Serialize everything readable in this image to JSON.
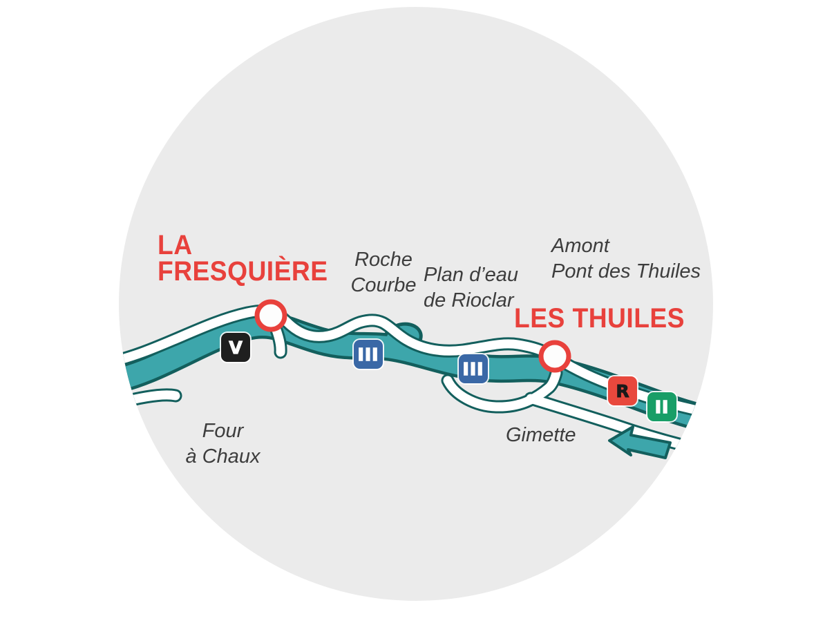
{
  "map": {
    "towns": {
      "la_fresquiere": {
        "line1": "LA",
        "line2": "FRESQUIÈRE"
      },
      "les_thuiles": {
        "label": "LES THUILES"
      }
    },
    "places": {
      "roche_courbe": {
        "line1": "Roche",
        "line2": "Courbe"
      },
      "plan_deau": {
        "line1": "Plan d’eau",
        "line2": "de Rioclar"
      },
      "amont_pont": {
        "line1": "Amont",
        "line2": "Pont des Thuiles"
      },
      "gimette": {
        "label": "Gimette"
      },
      "four_a_chaux": {
        "line1": "Four",
        "line2": "à Chaux"
      }
    },
    "badges": [
      {
        "id": "v",
        "label": "V",
        "bg": "#1f1f1f",
        "fg": "#ffffff"
      },
      {
        "id": "iii-1",
        "label": "III",
        "bg": "#3a68a6",
        "fg": "#ffffff"
      },
      {
        "id": "iii-2",
        "label": "III",
        "bg": "#3a68a6",
        "fg": "#ffffff"
      },
      {
        "id": "r",
        "label": "R",
        "bg": "#e8483d",
        "fg": "#1a1a1a"
      },
      {
        "id": "ii",
        "label": "II",
        "bg": "#189e67",
        "fg": "#ffffff"
      }
    ],
    "icons": {
      "flow_arrow": "left-arrow"
    },
    "colors": {
      "accent_red": "#e8413c",
      "river_teal": "#3da6ab",
      "river_outline": "#135f5d",
      "road_white": "#ffffff",
      "circle_background": "#ebebeb",
      "label_gray": "#3d3d3d",
      "badge_black": "#1f1f1f",
      "badge_blue": "#3a68a6",
      "badge_red": "#e8483d",
      "badge_green": "#189e67"
    }
  }
}
